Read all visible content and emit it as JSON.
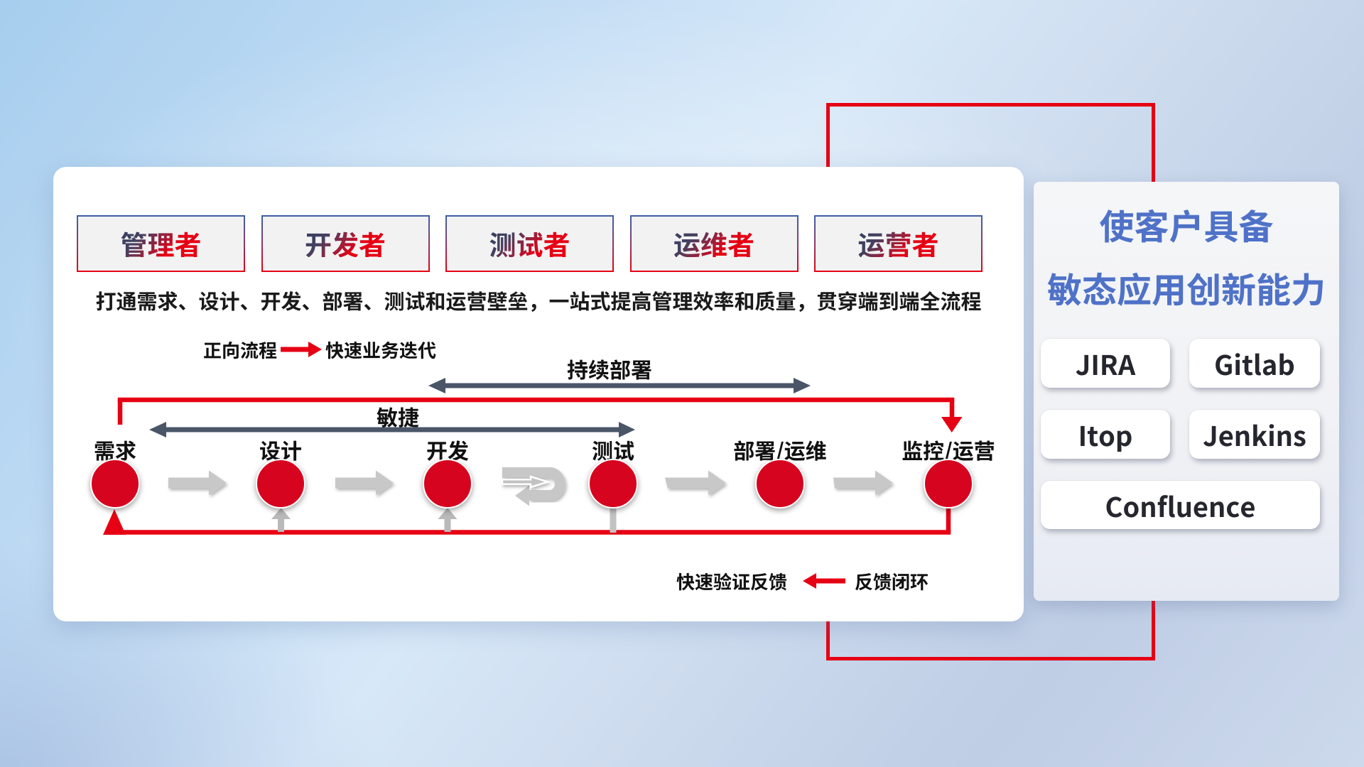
{
  "colors": {
    "accent_red": "#e60013",
    "circle_red": "#d7041f",
    "dark_arrow": "#4a5568",
    "grey_arrow": "#c8c8c9",
    "title_blue": "#4f72c8",
    "panel_white": "#ffffff"
  },
  "roles": [
    {
      "label": "管理者"
    },
    {
      "label": "开发者"
    },
    {
      "label": "测试者"
    },
    {
      "label": "运维者"
    },
    {
      "label": "运营者"
    }
  ],
  "description": "打通需求、设计、开发、部署、测试和运营壁垒，一站式提高管理效率和质量，贯穿端到端全流程",
  "legend_forward": {
    "label": "正向流程",
    "meaning": "快速业务迭代",
    "arrow_icon": "right-arrow"
  },
  "flow_arrows": {
    "deploy_label": "持续部署",
    "agile_label": "敏捷"
  },
  "stages": [
    {
      "label": "需求"
    },
    {
      "label": "设计"
    },
    {
      "label": "开发"
    },
    {
      "label": "测试"
    },
    {
      "label": "部署/运维"
    },
    {
      "label": "监控/运营"
    }
  ],
  "legend_feedback": {
    "label": "快速验证反馈",
    "meaning": "反馈闭环",
    "arrow_icon": "left-arrow"
  },
  "side_panel": {
    "title_line1": "使客户具备",
    "title_line2": "敏态应用创新能力",
    "tools": [
      "JIRA",
      "Gitlab",
      "Itop",
      "Jenkins",
      "Confluence"
    ]
  }
}
